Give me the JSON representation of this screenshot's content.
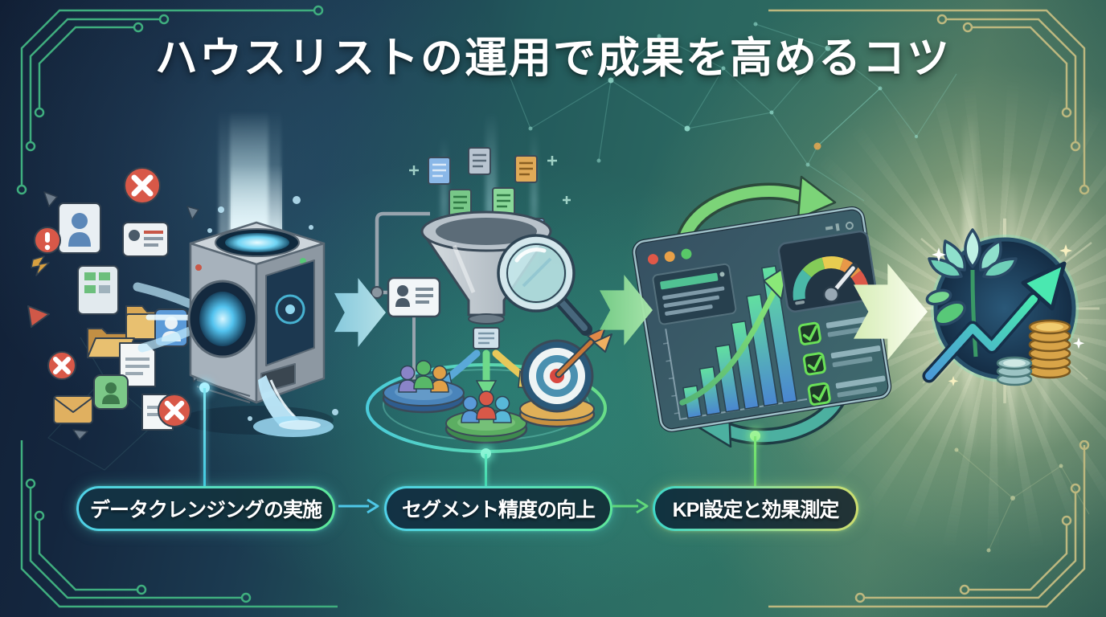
{
  "title": "ハウスリストの運用で成果を高めるコツ",
  "steps": [
    {
      "label": "データクレンジングの実施"
    },
    {
      "label": "セグメント精度の向上"
    },
    {
      "label": "KPI設定と効果測定"
    }
  ],
  "icons": {
    "step1": "messy-data-into-cleansing-machine",
    "step2": "funnel-segmentation-with-audience-and-target",
    "step3": "kpi-dashboard-with-gauge-and-checklist",
    "result": "growth-emblem-with-plant-arrow-and-coins"
  },
  "colors": {
    "background_left": "#14263e",
    "background_center": "#2a6660",
    "glow_gold": "#f4f0c3",
    "pill_fill": "#0a1b2e",
    "pill_border_start": "#4fd0e8",
    "pill_border_end": "#5ee89a",
    "pill3_border_end": "#cede6e",
    "connector_cyan": "#7fe4f0",
    "connector_teal": "#5fe8c0",
    "connector_green": "#7fe878",
    "circuit_green": "#3fae7e",
    "circuit_khaki": "#bdb87f"
  }
}
